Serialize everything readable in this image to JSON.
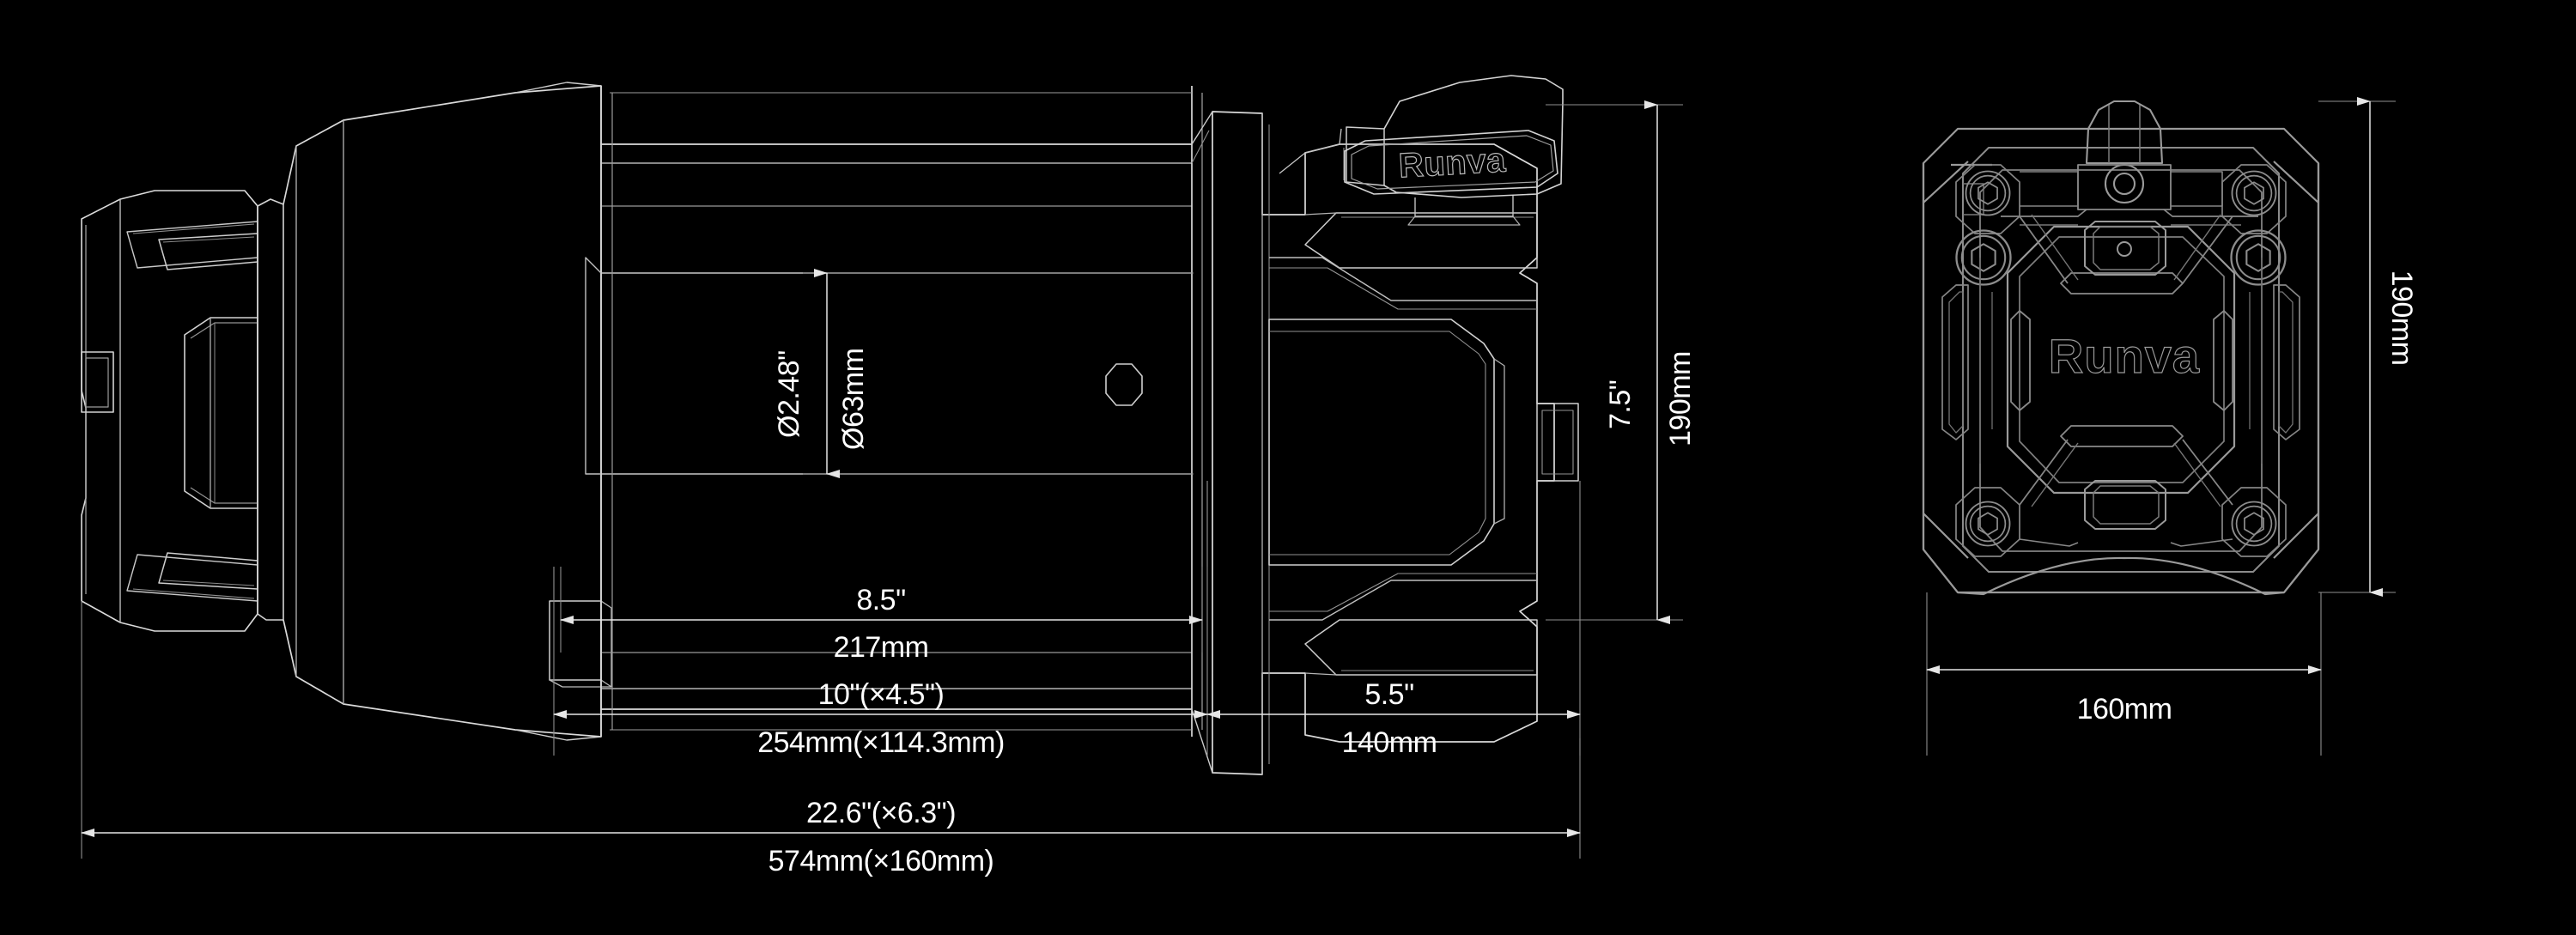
{
  "drawing": {
    "title": "Runva winch dimensional drawing",
    "background_color": "#000000",
    "line_color": "#d8d8d8",
    "text_color": "#ffffff",
    "brand": "Runva",
    "views": [
      {
        "name": "side-view",
        "label": "Runva"
      },
      {
        "name": "front-view",
        "label": "Runva"
      }
    ]
  },
  "side_view": {
    "brand_plate_label": "Runva",
    "dimensions": {
      "drum_diameter": {
        "name": "drum-diameter",
        "imperial": "Ø2.48\"",
        "metric": "Ø63mm",
        "orientation": "vertical"
      },
      "drum_width": {
        "name": "drum-width",
        "imperial": "8.5\"",
        "metric": "217mm",
        "orientation": "horizontal"
      },
      "mount_pattern": {
        "name": "mounting-bolt-pattern",
        "imperial": "10\"(×4.5\")",
        "metric": "254mm(×114.3mm)",
        "orientation": "horizontal"
      },
      "motor_length": {
        "name": "motor-housing-length",
        "imperial": "5.5\"",
        "metric": "140mm",
        "orientation": "horizontal"
      },
      "overall_length": {
        "name": "overall-length",
        "imperial": "22.6\"(×6.3\")",
        "metric": "574mm(×160mm)",
        "orientation": "horizontal"
      },
      "overall_height": {
        "name": "overall-height",
        "imperial": "7.5\"",
        "metric": "190mm",
        "orientation": "vertical"
      }
    }
  },
  "front_view": {
    "brand_plate_label": "Runva",
    "dimensions": {
      "height": {
        "name": "front-view-height",
        "metric": "190mm",
        "orientation": "vertical"
      },
      "width": {
        "name": "front-view-width",
        "metric": "160mm",
        "orientation": "horizontal"
      }
    }
  }
}
